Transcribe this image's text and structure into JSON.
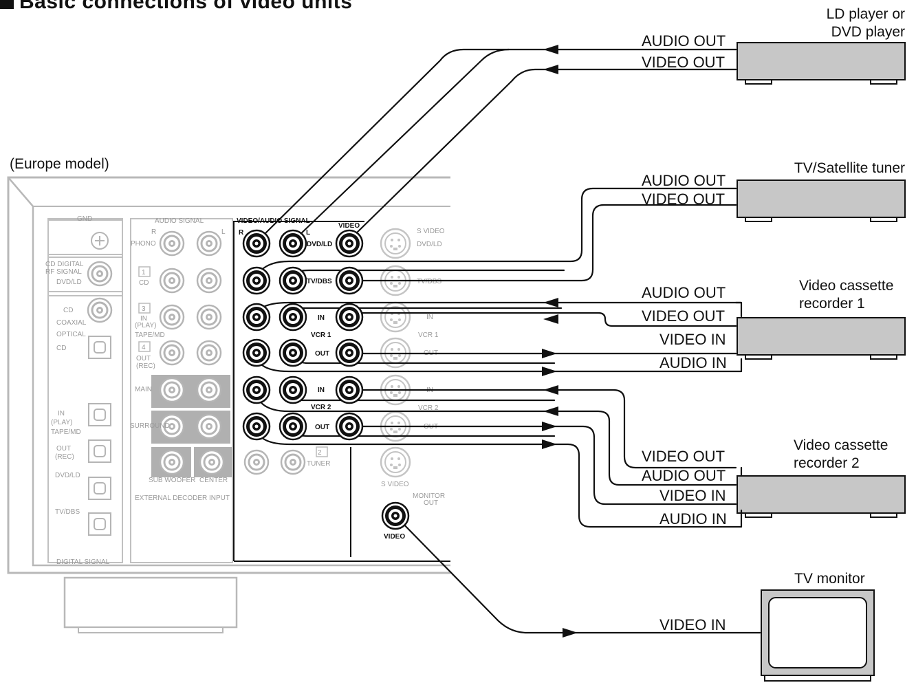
{
  "title": "Basic connections of video units",
  "model_note": "(Europe model)",
  "devices": {
    "ld_dvd": [
      "LD player or",
      "DVD player"
    ],
    "tv_sat": [
      "TV/Satellite tuner"
    ],
    "vcr1": [
      "Video cassette",
      "recorder 1"
    ],
    "vcr2": [
      "Video cassette",
      "recorder 2"
    ],
    "tv_monitor": [
      "TV monitor"
    ]
  },
  "connection_labels": {
    "ld_audio_out": "AUDIO OUT",
    "ld_video_out": "VIDEO OUT",
    "tv_audio_out": "AUDIO OUT",
    "tv_video_out": "VIDEO OUT",
    "vcr1_audio_out": "AUDIO OUT",
    "vcr1_video_out": "VIDEO OUT",
    "vcr1_video_in": "VIDEO IN",
    "vcr1_audio_in": "AUDIO IN",
    "vcr2_video_out": "VIDEO OUT",
    "vcr2_audio_out": "AUDIO OUT",
    "vcr2_video_in": "VIDEO IN",
    "vcr2_audio_in": "AUDIO IN",
    "monitor_video_in": "VIDEO IN"
  },
  "panel_labels": {
    "gnd": "GND",
    "audio_signal_header": "AUDIO SIGNAL",
    "video_audio_signal_header": "VIDEO/AUDIO SIGNAL",
    "video_col": "VIDEO",
    "s_video_col": "S VIDEO",
    "r_mark": "R",
    "l_mark": "L",
    "phono": "PHONO",
    "cd_digital": "CD DIGITAL",
    "rf_signal": "RF SIGNAL",
    "dvd_ld": "DVD/LD",
    "dvd_ld_jack": "DVD/LD",
    "tv_dbs_jack": "TV/DBS",
    "tv_dbs_svideo": "TV/DBS",
    "dvd_ld_svideo": "DVD/LD",
    "in": "IN",
    "out": "OUT",
    "vcr1": "VCR 1",
    "vcr2": "VCR 2",
    "cd": "CD",
    "coaxial": "COAXIAL",
    "optical": "OPTICAL",
    "num1": "1",
    "num2": "2",
    "num3": "3",
    "num4": "4",
    "play": "(PLAY)",
    "rec": "(REC)",
    "tape_md": "TAPE/MD",
    "main": "MAIN",
    "surround": "SURROUND",
    "sub_woofer": "SUB WOOFER",
    "center": "CENTER",
    "external_decoder_input": "EXTERNAL DECODER INPUT",
    "tuner": "TUNER",
    "monitor_out": "MONITOR",
    "monitor_out2": "OUT",
    "video_jack": "VIDEO",
    "tv_dbs_left": "TV/DBS",
    "digital_signal": "DIGITAL SIGNAL"
  }
}
